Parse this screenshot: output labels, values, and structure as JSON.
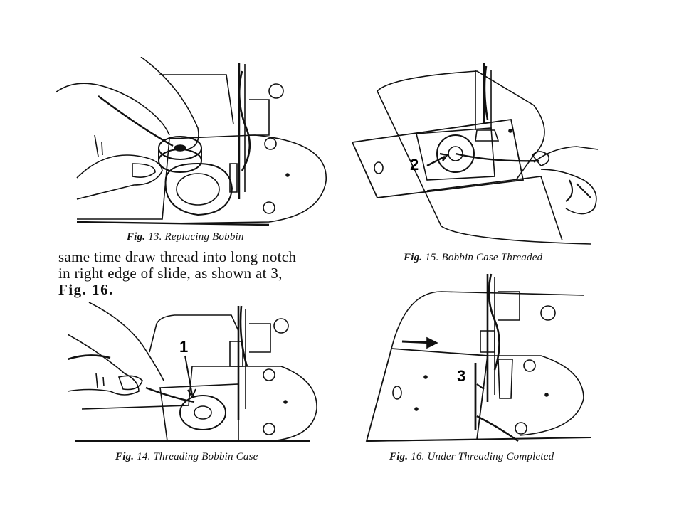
{
  "figures": [
    {
      "id": "fig13",
      "caption_prefix": "Fig.",
      "caption_number": "13.",
      "caption_title": "Replacing Bobbin"
    },
    {
      "id": "fig15",
      "caption_prefix": "Fig.",
      "caption_number": "15.",
      "caption_title": "Bobbin Case Threaded",
      "callout": "2"
    },
    {
      "id": "fig14",
      "caption_prefix": "Fig.",
      "caption_number": "14.",
      "caption_title": "Threading Bobbin Case",
      "callout": "1"
    },
    {
      "id": "fig16",
      "caption_prefix": "Fig.",
      "caption_number": "16.",
      "caption_title": "Under Threading Completed",
      "callout": "3"
    }
  ],
  "body_text": {
    "line1": "same time draw thread into long notch",
    "line2": "in right edge of slide, as shown at 3,",
    "line3": "Fig. 16."
  }
}
